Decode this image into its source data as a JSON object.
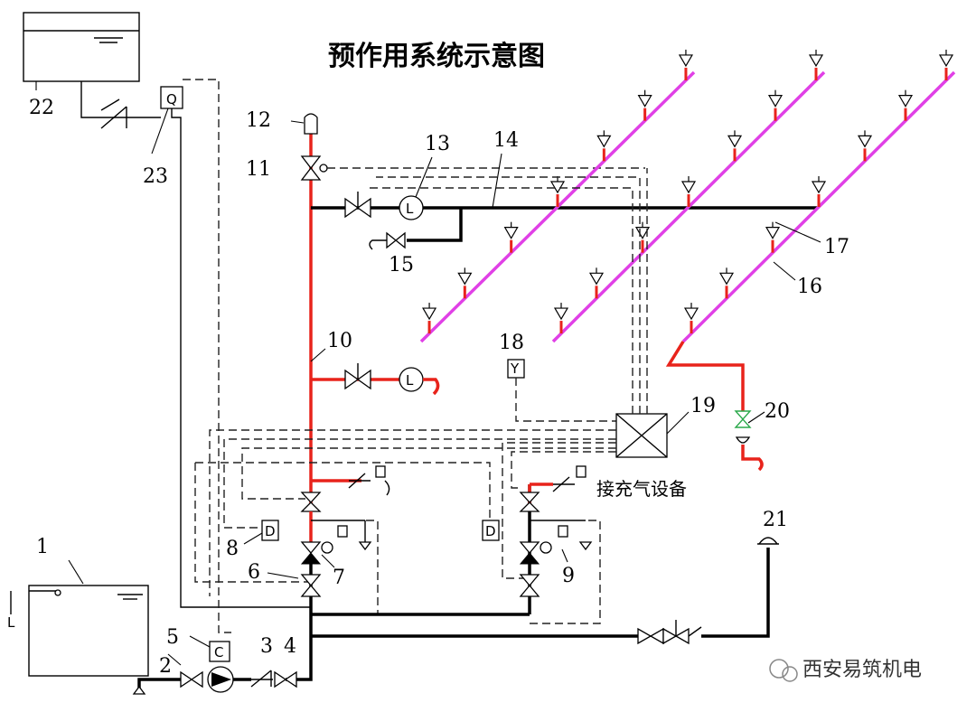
{
  "title": "预作用系统示意图",
  "labels": {
    "n1": "1",
    "n2": "2",
    "n3": "3",
    "n4": "4",
    "n5": "5",
    "n6": "6",
    "n7": "7",
    "n8": "8",
    "n9": "9",
    "n10": "10",
    "n11": "11",
    "n12": "12",
    "n13": "13",
    "n14": "14",
    "n15": "15",
    "n16": "16",
    "n17": "17",
    "n18": "18",
    "n19": "19",
    "n20": "20",
    "n21": "21",
    "n22": "22",
    "n23": "23"
  },
  "symbols": {
    "q": "Q",
    "c": "C",
    "d": "D",
    "l": "L",
    "y": "Y"
  },
  "air_supply_label": "接充气设备",
  "watermark": "西安易筑机电",
  "colors": {
    "wet_pipe": "#e8231b",
    "branch_pipe": "#e040e6",
    "dry_pipe": "#000000"
  }
}
